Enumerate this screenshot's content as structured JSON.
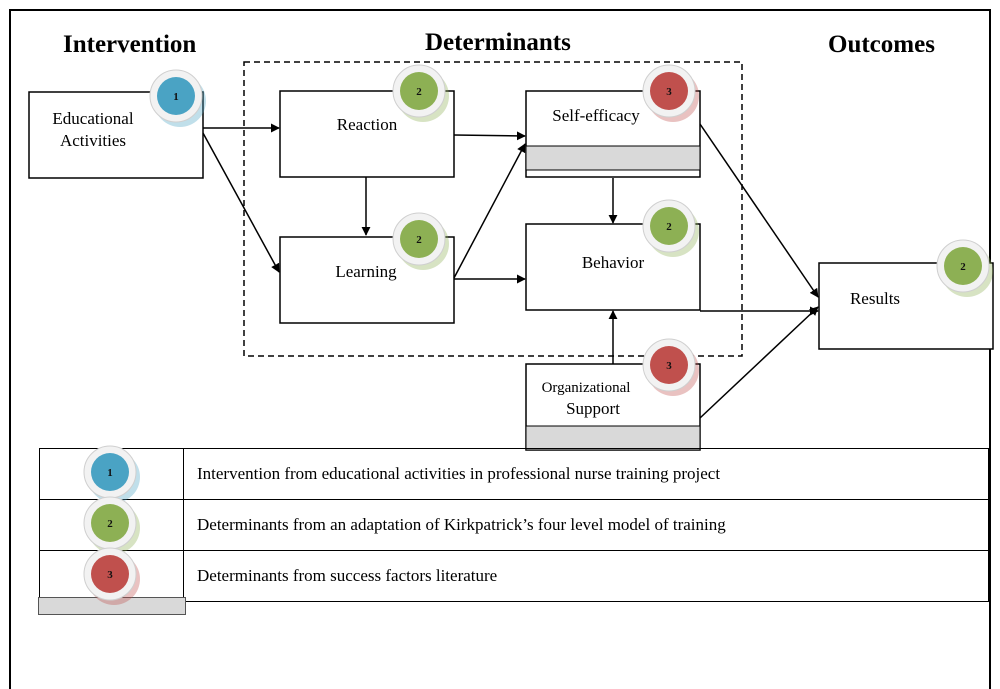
{
  "headers": {
    "intervention": "Intervention",
    "determinants": "Determinants",
    "outcomes": "Outcomes"
  },
  "nodes": {
    "educational": {
      "line1": "Educational",
      "line2": "Activities",
      "badge": "1"
    },
    "reaction": {
      "label": "Reaction",
      "badge": "2"
    },
    "learning": {
      "label": "Learning",
      "badge": "2"
    },
    "self_efficacy": {
      "label": "Self-efficacy",
      "badge": "3"
    },
    "behavior": {
      "label": "Behavior",
      "badge": "2"
    },
    "org_support": {
      "line1": "Organizational",
      "line2": "Support",
      "badge": "3"
    },
    "results": {
      "label": "Results",
      "badge": "2"
    }
  },
  "badge_colors": {
    "1": "#4aa3c4",
    "2": "#8db054",
    "3": "#c0504d"
  },
  "legend": [
    {
      "badge": "1",
      "text": "Intervention from educational activities in professional nurse training project"
    },
    {
      "badge": "2",
      "text": "Determinants from an adaptation of Kirkpatrick’s four level model of training"
    },
    {
      "badge": "3",
      "text": "Determinants from success factors literature"
    }
  ]
}
